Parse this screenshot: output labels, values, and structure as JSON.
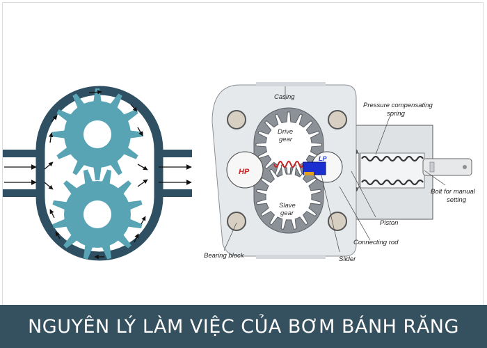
{
  "colors": {
    "housing": "#2e5062",
    "gear": "#58a4b5",
    "casing": "#e6e9ec",
    "banner_bg": "#35505e",
    "hp_label": "#d32020",
    "lp_label": "#2a3fd8"
  },
  "pump_labels": {
    "casing": "Casing",
    "drive_gear": [
      "Drive",
      "gear"
    ],
    "slave_gear": [
      "Slave",
      "gear"
    ],
    "hp": "HP",
    "lp": "LP",
    "pressure_spring": [
      "Pressure compensating",
      "spring"
    ],
    "bolt": [
      "Bolt for manual",
      "setting"
    ],
    "piston": "Piston",
    "connecting_rod": "Connecting rod",
    "slider": "Slider",
    "bearing_block": "Bearing block"
  },
  "banner": {
    "title": "NGUYÊN LÝ LÀM VIỆC CỦA BƠM BÁNH RĂNG"
  }
}
